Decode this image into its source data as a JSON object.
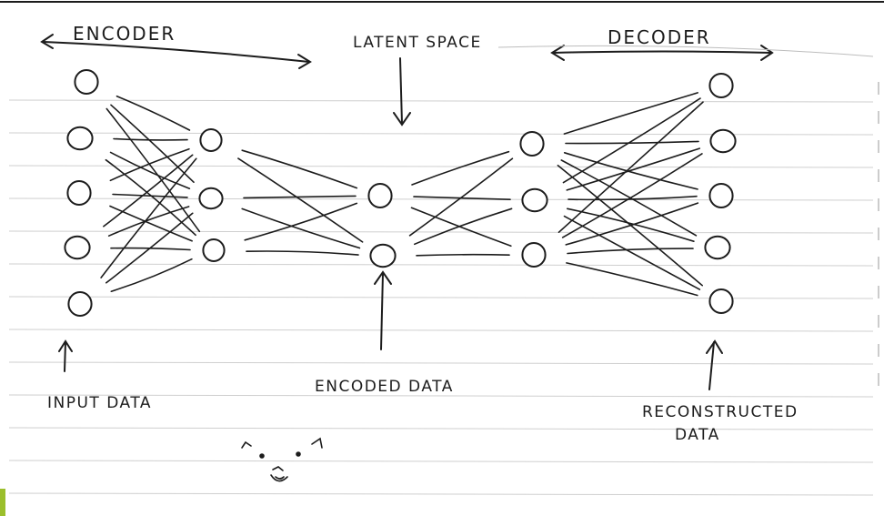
{
  "labels": {
    "encoder": "ENCODER",
    "latent_space": "LATENT SPACE",
    "decoder": "DECODER",
    "input_data": "INPUT DATA",
    "encoded_data": "ENCODED DATA",
    "reconstructed_line1": "RECONSTRUCTED",
    "reconstructed_line2": "DATA"
  },
  "layers": [
    {
      "id": "input",
      "nodes": 5
    },
    {
      "id": "encoder-hidden",
      "nodes": 3
    },
    {
      "id": "latent",
      "nodes": 2
    },
    {
      "id": "decoder-hidden",
      "nodes": 3
    },
    {
      "id": "output",
      "nodes": 5
    }
  ],
  "decoration": "cat-doodle-icon",
  "colors": {
    "ink": "#1c1c1c",
    "ruled_line": "#cfcfcf",
    "paper": "#ffffff",
    "corner_tab": "#9bbf2c"
  }
}
